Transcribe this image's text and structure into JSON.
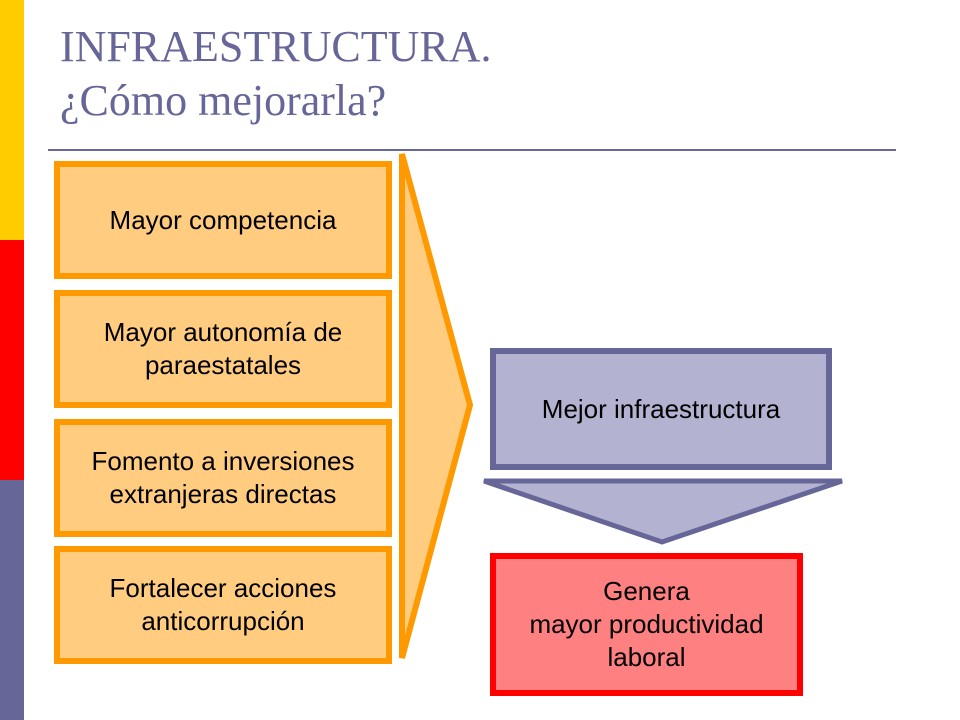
{
  "title": {
    "line1": "INFRAESTRUCTURA.",
    "line2": "¿Cómo mejorarla?"
  },
  "inputs": [
    {
      "label": "Mayor competencia"
    },
    {
      "label": "Mayor autonomía de\nparaestatales"
    },
    {
      "label": "Fomento a inversiones\nextranjeras directas"
    },
    {
      "label": "Fortalecer acciones\nanticorrupción"
    }
  ],
  "result": {
    "label": "Mejor infraestructura"
  },
  "outcome": {
    "label": "Genera\nmayor productividad\nlaboral"
  },
  "colors": {
    "accent_yellow": "#ffcc00",
    "accent_red": "#ff0000",
    "accent_blue": "#666699",
    "orange_fill": "#ffcc80",
    "orange_border": "#ff9900",
    "blue_fill": "#b3b3d1",
    "red_fill": "#ff8080"
  }
}
